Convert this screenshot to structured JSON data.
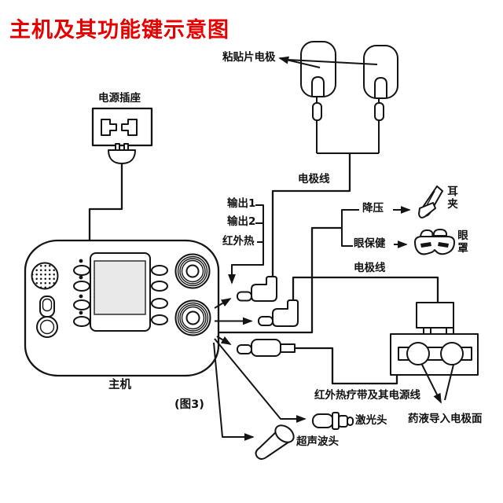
{
  "theme": {
    "title_color": "#e60000",
    "line_color": "#141414",
    "bg_color": "#ffffff",
    "screen_fill": "#e9e9e9"
  },
  "title": "主机及其功能键示意图",
  "labels": {
    "power_socket": "电源插座",
    "adhesive_electrodes": "粘贴片电极",
    "electrode_wire_top": "电极线",
    "output1": "输出1",
    "output2": "输出2",
    "infrared_heat": "红外热",
    "bp_reduce": "降压",
    "ear_clip": "耳夹",
    "eye_care": "眼保健",
    "eye_mask": "眼罩",
    "electrode_wire_right": "电极线",
    "main_unit": "主机",
    "figure_no": "(图3)",
    "ir_belt_power": "红外热疗带及其电源线",
    "laser_head": "激光头",
    "medicine_electrode": "药液导入电极面",
    "ultrasonic_head": "超声波头"
  }
}
